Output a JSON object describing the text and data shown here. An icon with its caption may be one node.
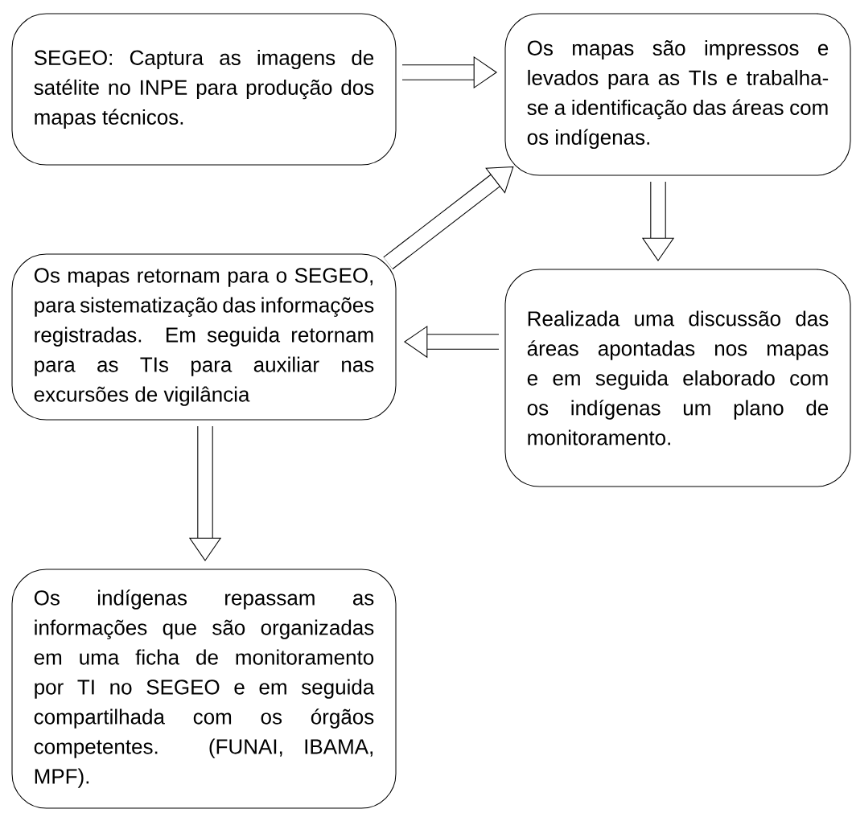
{
  "diagram": {
    "nodes": [
      {
        "text": [
          "SEGEO: Captura as imagens de satélite no INPE para produção dos mapas técnicos."
        ]
      },
      {
        "text": [
          "Os mapas são impressos e levados para as TIs e trabalha-se a identificação das áreas com os indígenas."
        ]
      },
      {
        "text": [
          "Realizada uma discussão das áreas apontadas nos mapas e em seguida elaborado com os indígenas um plano de monitoramento."
        ]
      },
      {
        "text": [
          "Os mapas retornam para o SEGEO, para sistematização das informações registradas. Em seguida retornam para as TIs para auxiliar nas excursões de vigilância"
        ]
      },
      {
        "text": [
          "Os indígenas repassam as informações que são organizadas em uma ficha de monitoramento por TI no SEGEO e em seguida compartilhada com os órgãos competentes. (FUNAI, IBAMA, MPF)."
        ]
      }
    ],
    "edges": [
      {
        "from": 0,
        "to": 1,
        "arrow": "to"
      },
      {
        "from": 1,
        "to": 2,
        "arrow": "to"
      },
      {
        "from": 2,
        "to": 3,
        "arrow": "to"
      },
      {
        "from": 3,
        "to": 1,
        "arrow": "to"
      },
      {
        "from": 3,
        "to": 4,
        "arrow": "to"
      }
    ]
  }
}
